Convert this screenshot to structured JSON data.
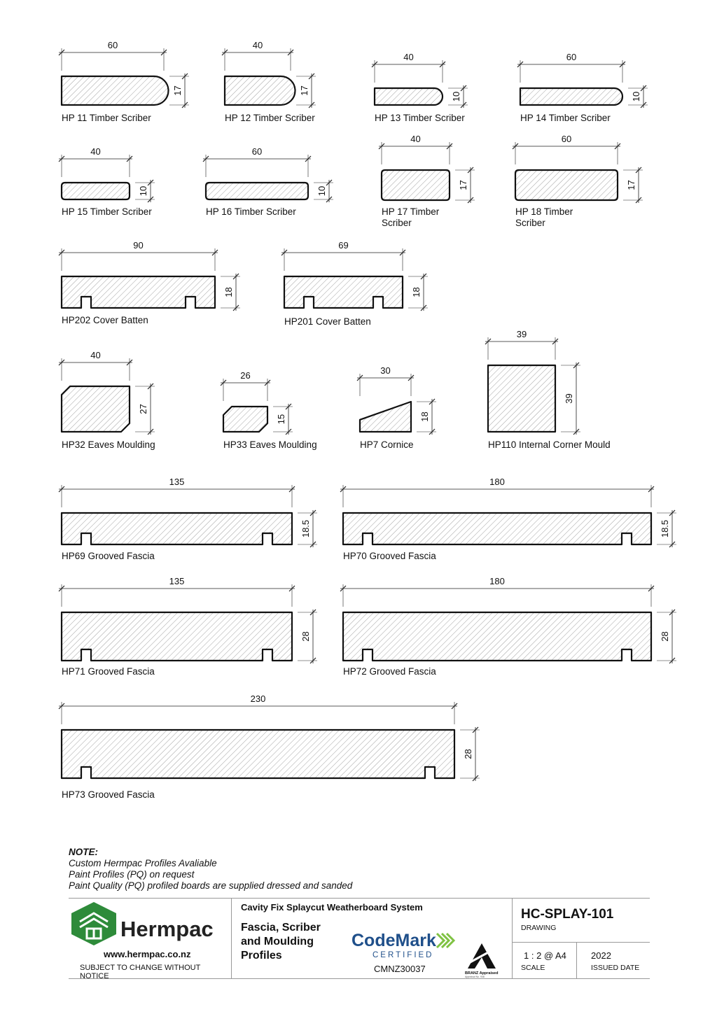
{
  "profiles": [
    {
      "label": [
        "HP 11 Timber Scriber"
      ],
      "width": "60",
      "height": "17",
      "shape": "round-right"
    },
    {
      "label": [
        "HP 12 Timber Scriber"
      ],
      "width": "40",
      "height": "17",
      "shape": "round-right"
    },
    {
      "label": [
        "HP 13 Timber Scriber"
      ],
      "width": "40",
      "height": "10",
      "shape": "round-right"
    },
    {
      "label": [
        "HP 14 Timber Scriber"
      ],
      "width": "60",
      "height": "10",
      "shape": "round-right"
    },
    {
      "label": [
        "HP 15 Timber Scriber"
      ],
      "width": "40",
      "height": "10",
      "shape": "rounded"
    },
    {
      "label": [
        "HP 16 Timber Scriber"
      ],
      "width": "60",
      "height": "10",
      "shape": "rounded"
    },
    {
      "label": [
        "HP 17 Timber",
        "Scriber"
      ],
      "width": "40",
      "height": "17",
      "shape": "rounded"
    },
    {
      "label": [
        "HP 18 Timber",
        "Scriber"
      ],
      "width": "60",
      "height": "17",
      "shape": "rounded"
    },
    {
      "label": [
        "HP202 Cover Batten"
      ],
      "width": "90",
      "height": "18",
      "shape": "grooved"
    },
    {
      "label": [
        "HP201 Cover Batten"
      ],
      "width": "69",
      "height": "18",
      "shape": "grooved"
    },
    {
      "label": [
        "HP32 Eaves Moulding"
      ],
      "width": "40",
      "height": "27",
      "shape": "eaves"
    },
    {
      "label": [
        "HP33 Eaves Moulding"
      ],
      "width": "26",
      "height": "15",
      "shape": "eaves"
    },
    {
      "label": [
        "HP7 Cornice"
      ],
      "width": "30",
      "height": "18",
      "shape": "cornice"
    },
    {
      "label": [
        "HP110 Internal Corner Mould"
      ],
      "width": "39",
      "height": "39",
      "shape": "square"
    },
    {
      "label": [
        "HP69 Grooved Fascia"
      ],
      "width": "135",
      "height": "18.5",
      "shape": "grooved"
    },
    {
      "label": [
        "HP70 Grooved Fascia"
      ],
      "width": "180",
      "height": "18.5",
      "shape": "grooved"
    },
    {
      "label": [
        "HP71 Grooved Fascia"
      ],
      "width": "135",
      "height": "28",
      "shape": "grooved"
    },
    {
      "label": [
        "HP72 Grooved Fascia"
      ],
      "width": "180",
      "height": "28",
      "shape": "grooved"
    },
    {
      "label": [
        "HP73 Grooved Fascia"
      ],
      "width": "230",
      "height": "28",
      "shape": "grooved"
    }
  ],
  "note": {
    "heading": "NOTE:",
    "lines": [
      "Custom Hermpac Profiles Avaliable",
      "Paint Profiles (PQ) on request",
      "Paint Quality (PQ) profiled boards are supplied dressed and sanded"
    ]
  },
  "title_block": {
    "brand": "Hermpac",
    "website": "www.hermpac.co.nz",
    "disclaimer": "SUBJECT TO CHANGE WITHOUT NOTICE",
    "project": "Cavity Fix Splaycut Weatherboard System",
    "drawing_title_lines": [
      "Fascia, Scriber",
      "and Moulding",
      "Profiles"
    ],
    "codemark_word": "CodeMark",
    "codemark_sub": "CERTIFIED",
    "codemark_number": "CMNZ30037",
    "branz_text": "BRANZ Appraised",
    "branz_sub": "Appraisal No. 938",
    "drawing_number": "HC-SPLAY-101",
    "drawing_label": "DRAWING",
    "scale": "1 : 2 @ A4",
    "scale_label": "SCALE",
    "issued_date": "2022",
    "issued_label": "ISSUED DATE",
    "brand_color": "#2e8b3a",
    "codemark_color": "#1f4f8a"
  }
}
